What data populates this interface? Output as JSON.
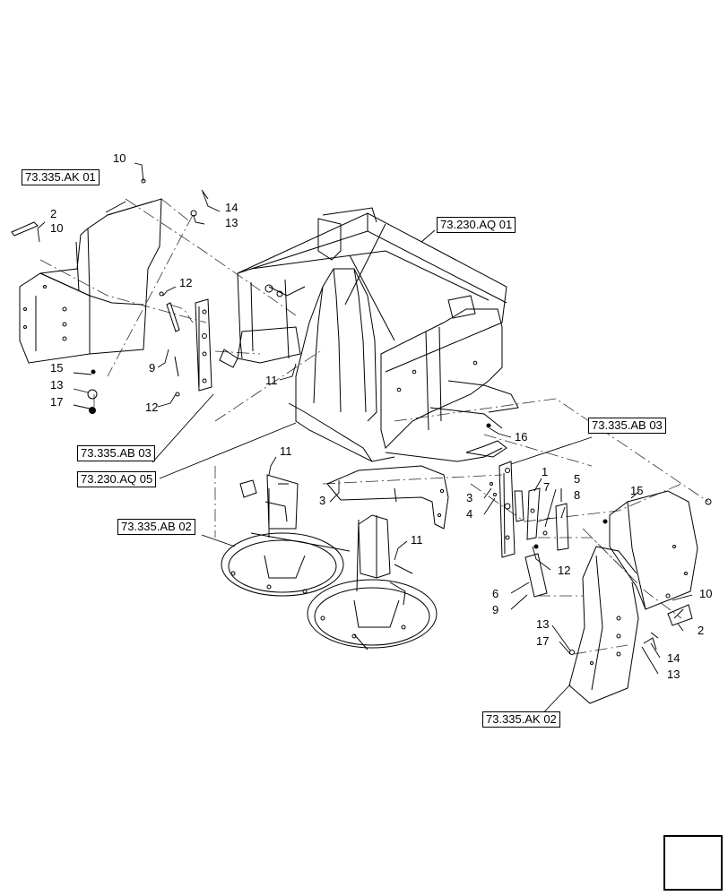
{
  "references": {
    "ak01": "73.335.AK 01",
    "aq01": "73.230.AQ 01",
    "ab03_left": "73.335.AB 03",
    "aq05": "73.230.AQ 05",
    "ab03_right": "73.335.AB 03",
    "ab02": "73.335.AB 02",
    "ak02": "73.335.AK 02"
  },
  "callouts": {
    "n10a": "10",
    "n14a": "14",
    "n13a": "13",
    "n2a": "2",
    "n10b": "10",
    "n12a": "12",
    "n9a": "9",
    "n15a": "15",
    "n13b": "13",
    "n17a": "17",
    "n12b": "12",
    "n11a": "11",
    "n11b": "11",
    "n3a": "3",
    "n11c": "11",
    "n16": "16",
    "n1": "1",
    "n5": "5",
    "n7": "7",
    "n8": "8",
    "n3b": "3",
    "n4": "4",
    "n15b": "15",
    "n12c": "12",
    "n6": "6",
    "n9b": "9",
    "n10c": "10",
    "n2b": "2",
    "n13c": "13",
    "n17b": "17",
    "n14b": "14",
    "n13d": "13"
  },
  "nav_icon": "next-page-arrow-icon"
}
